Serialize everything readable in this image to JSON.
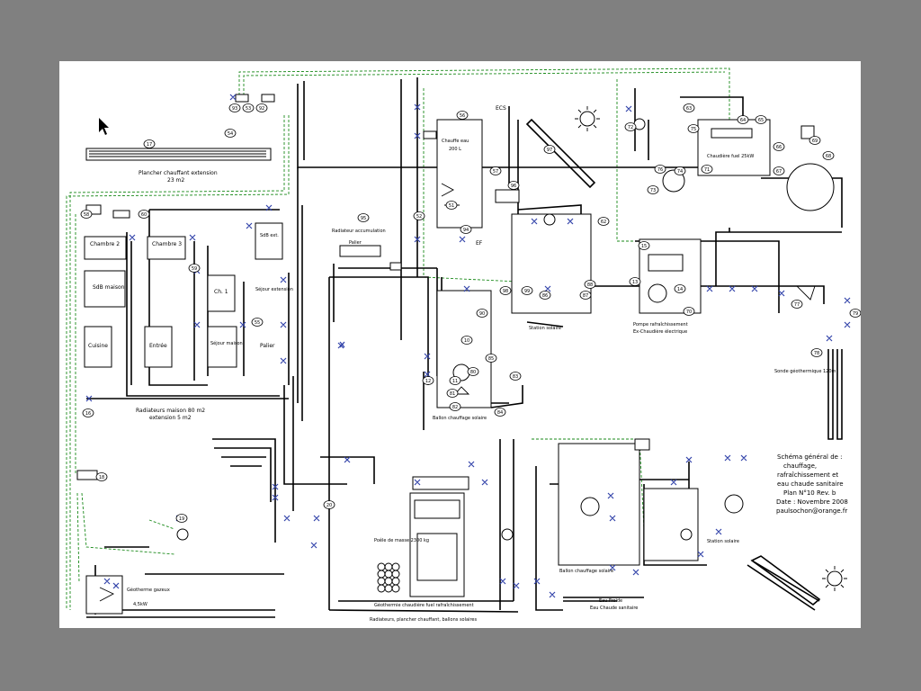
{
  "labels": {
    "plancher": "Plancher chauffant extension",
    "plancher_area": "23 m2",
    "chambre2": "Chambre 2",
    "chambre3": "Chambre 3",
    "sdb_maison": "SdB maison",
    "ch1": "Ch. 1",
    "cuisine": "Cuisine",
    "entree": "Entrée",
    "sejour_maison": "Séjour maison",
    "sdb_ext": "SdB ext.",
    "sejour_ext": "Séjour extension",
    "palier": "Palier",
    "radiateurs_maison": "Radiateurs maison 80 m2",
    "radiateurs_ext": "extension 5 m2",
    "radiateur_accu": "Radiateur accumulation",
    "palier2": "Palier",
    "chauffe_eau": "Chauffe eau",
    "chauffe_eau_vol": "200 L",
    "ecs": "ECS",
    "ef": "EF",
    "station_solaire": "Station solaire",
    "ballon_solaire": "Ballon chauffage solaire",
    "chaudiere_fuel": "Chaudière fuel 25kW",
    "pompe_chaleur": "Pompe rafraîchissement",
    "chaudiere_elec": "Ex-Chaudière électrique",
    "sonde": "Sonde géothermique 120m",
    "poele": "Poêle de masse 2300 kg",
    "geothermie": "Géothermie chaudière fuel rafraîchissement",
    "radiateurs_planchers": "Radiateurs, plancher chauffant, ballons solaires",
    "ballon_solaire2": "Ballon chauffage solaire",
    "station_solaire2": "Station solaire",
    "eau_froide": "Eau Froide",
    "eau_chaude": "Eau Chaude sanitaire",
    "geotherme": "Géotherme gazeux",
    "geotherme_kw": "4,5kW"
  },
  "title_block": {
    "line1": "Schéma général de :",
    "line2": "chauffage,",
    "line3": "rafraîchissement et",
    "line4": "eau chaude sanitaire",
    "line5": "Plan N°10 Rev. b",
    "line6": "Date : Novembre 2008",
    "line7": "paulsochon@orange.fr"
  },
  "bubbles": [
    "17",
    "92",
    "93",
    "58",
    "60",
    "54",
    "53",
    "59",
    "55",
    "56",
    "57",
    "51",
    "52",
    "94",
    "95",
    "96",
    "97",
    "98",
    "99",
    "90",
    "85",
    "86",
    "87",
    "88",
    "62",
    "63",
    "64",
    "65",
    "66",
    "67",
    "68",
    "69",
    "70",
    "71",
    "72",
    "73",
    "74",
    "75",
    "76",
    "77",
    "78",
    "79",
    "80",
    "81",
    "82",
    "83",
    "84",
    "10",
    "11",
    "12",
    "13",
    "14",
    "15",
    "16",
    "18",
    "19",
    "20"
  ],
  "colors": {
    "pipe": "#000000",
    "control": "#1a8a1a",
    "valve": "#3344aa",
    "background": "#808080"
  }
}
